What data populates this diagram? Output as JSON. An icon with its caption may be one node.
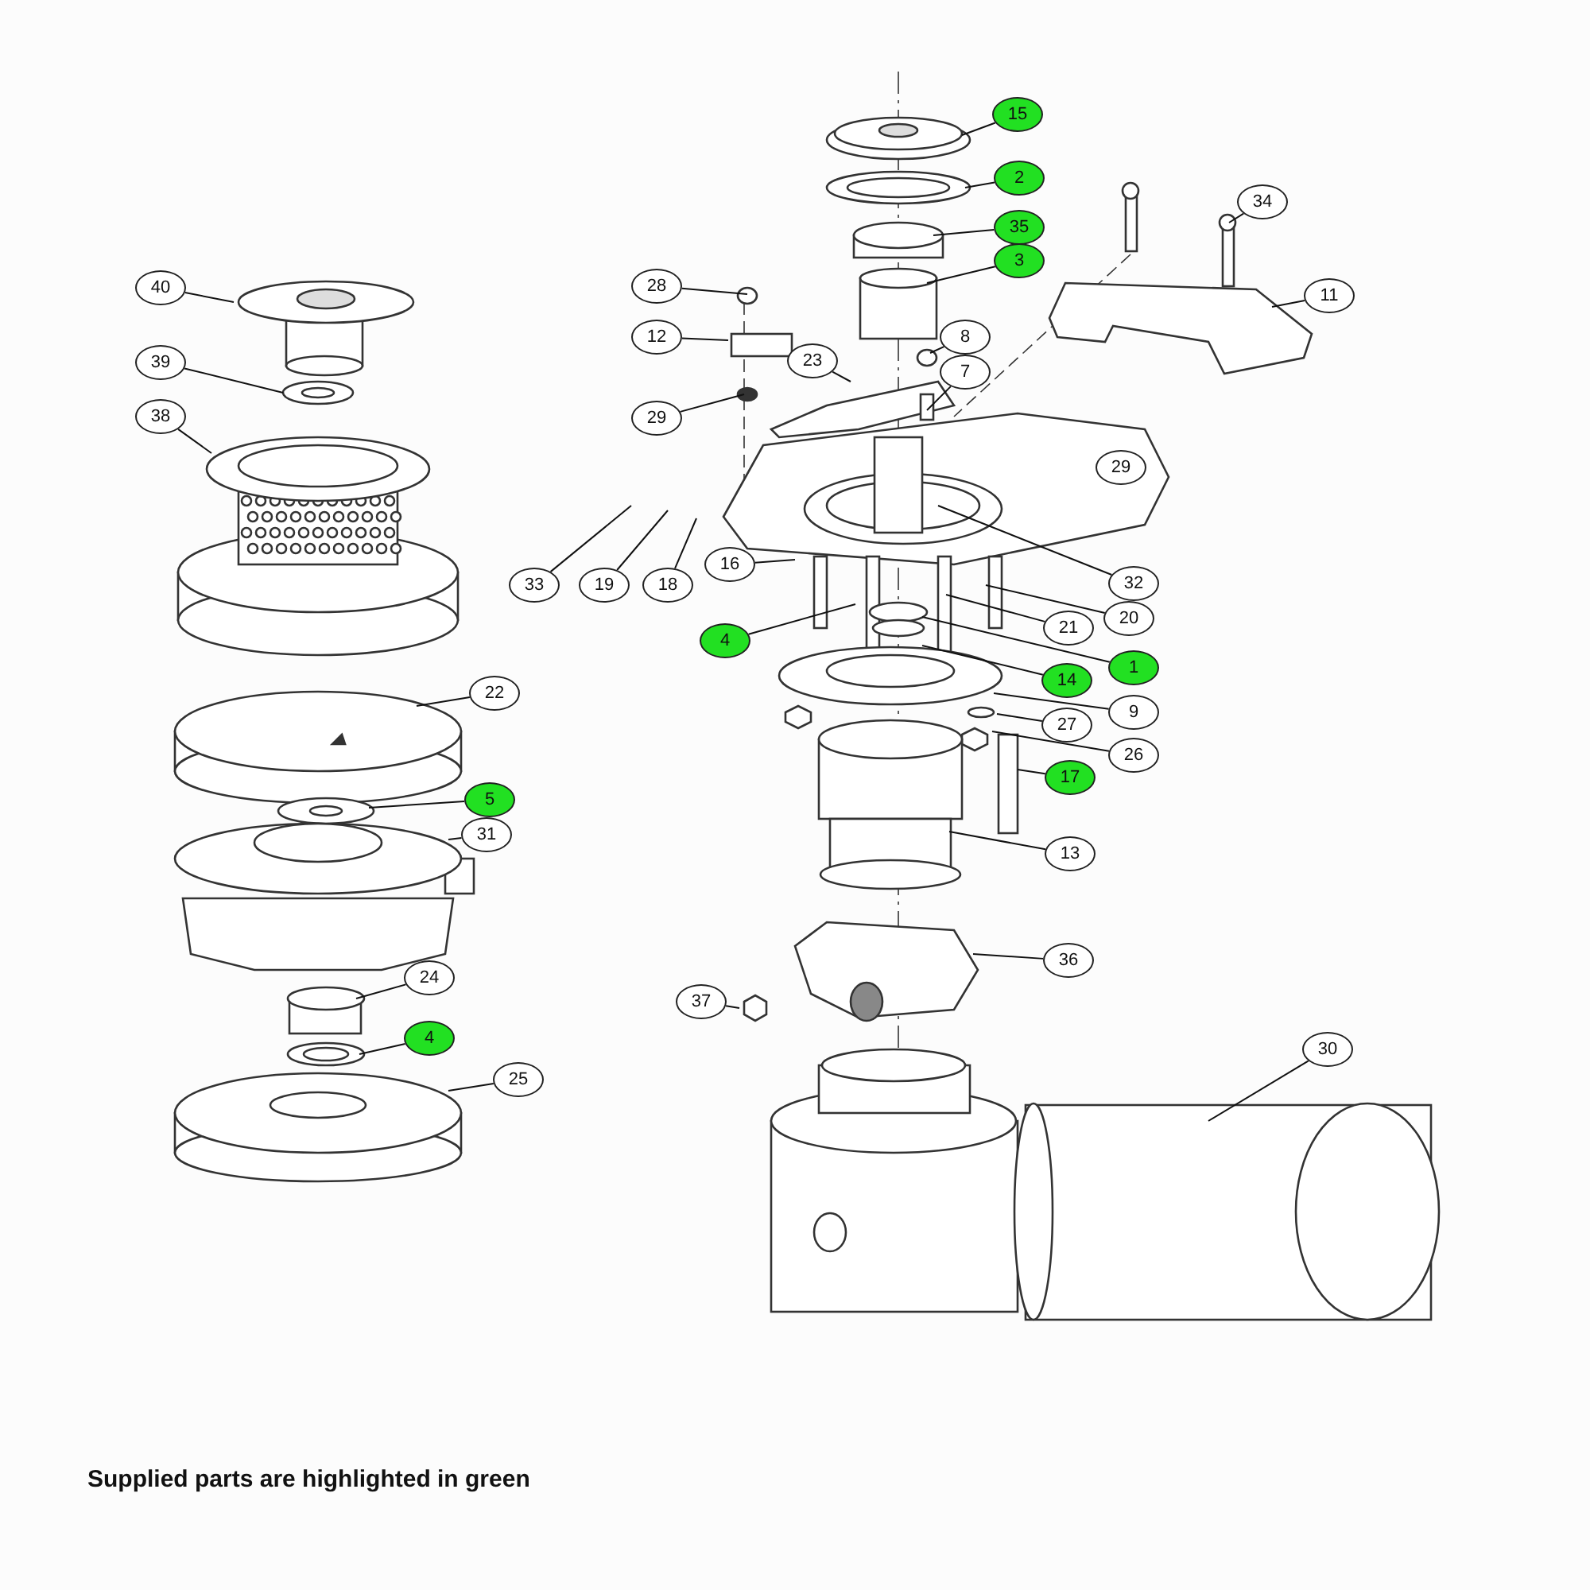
{
  "diagram": {
    "caption": "Supplied parts are highlighted in green",
    "nodes": [
      {
        "text": [
          "15"
        ]
      },
      {
        "text": [
          "2"
        ]
      },
      {
        "text": [
          "35"
        ]
      },
      {
        "text": [
          "3"
        ]
      },
      {
        "text": [
          "34"
        ]
      },
      {
        "text": [
          "11"
        ]
      },
      {
        "text": [
          "40"
        ]
      },
      {
        "text": [
          "28"
        ]
      },
      {
        "text": [
          "12"
        ]
      },
      {
        "text": [
          "8"
        ]
      },
      {
        "text": [
          "23"
        ]
      },
      {
        "text": [
          "7"
        ]
      },
      {
        "text": [
          "39"
        ]
      },
      {
        "text": [
          "29"
        ]
      },
      {
        "text": [
          "38"
        ]
      },
      {
        "text": [
          "29"
        ]
      },
      {
        "text": [
          "33"
        ]
      },
      {
        "text": [
          "19"
        ]
      },
      {
        "text": [
          "18"
        ]
      },
      {
        "text": [
          "16"
        ]
      },
      {
        "text": [
          "32"
        ]
      },
      {
        "text": [
          "20"
        ]
      },
      {
        "text": [
          "21"
        ]
      },
      {
        "text": [
          "4"
        ]
      },
      {
        "text": [
          "1"
        ]
      },
      {
        "text": [
          "14"
        ]
      },
      {
        "text": [
          "22"
        ]
      },
      {
        "text": [
          "9"
        ]
      },
      {
        "text": [
          "27"
        ]
      },
      {
        "text": [
          "26"
        ]
      },
      {
        "text": [
          "17"
        ]
      },
      {
        "text": [
          "5"
        ]
      },
      {
        "text": [
          "31"
        ]
      },
      {
        "text": [
          "13"
        ]
      },
      {
        "text": [
          "36"
        ]
      },
      {
        "text": [
          "24"
        ]
      },
      {
        "text": [
          "37"
        ]
      },
      {
        "text": [
          "4"
        ]
      },
      {
        "text": [
          "25"
        ]
      },
      {
        "text": [
          "30"
        ]
      }
    ],
    "edges": [
      {
        "from": 0,
        "to": null,
        "arrow": "none"
      },
      {
        "from": 1,
        "to": null,
        "arrow": "none"
      },
      {
        "from": 2,
        "to": null,
        "arrow": "none"
      },
      {
        "from": 3,
        "to": null,
        "arrow": "none"
      },
      {
        "from": 4,
        "to": null,
        "arrow": "none"
      },
      {
        "from": 5,
        "to": null,
        "arrow": "none"
      },
      {
        "from": 6,
        "to": null,
        "arrow": "none"
      },
      {
        "from": 7,
        "to": null,
        "arrow": "none"
      },
      {
        "from": 8,
        "to": null,
        "arrow": "none"
      },
      {
        "from": 9,
        "to": null,
        "arrow": "none"
      },
      {
        "from": 10,
        "to": null,
        "arrow": "none"
      },
      {
        "from": 11,
        "to": null,
        "arrow": "none"
      },
      {
        "from": 12,
        "to": null,
        "arrow": "none"
      },
      {
        "from": 13,
        "to": null,
        "arrow": "none"
      },
      {
        "from": 14,
        "to": null,
        "arrow": "none"
      },
      {
        "from": 16,
        "to": null,
        "arrow": "none"
      },
      {
        "from": 17,
        "to": null,
        "arrow": "none"
      },
      {
        "from": 18,
        "to": null,
        "arrow": "none"
      },
      {
        "from": 19,
        "to": null,
        "arrow": "none"
      },
      {
        "from": 20,
        "to": null,
        "arrow": "none"
      },
      {
        "from": 21,
        "to": null,
        "arrow": "none"
      },
      {
        "from": 22,
        "to": null,
        "arrow": "none"
      },
      {
        "from": 23,
        "to": null,
        "arrow": "none"
      },
      {
        "from": 24,
        "to": null,
        "arrow": "none"
      },
      {
        "from": 25,
        "to": null,
        "arrow": "none"
      },
      {
        "from": 26,
        "to": null,
        "arrow": "none"
      },
      {
        "from": 27,
        "to": null,
        "arrow": "none"
      },
      {
        "from": 28,
        "to": null,
        "arrow": "none"
      },
      {
        "from": 29,
        "to": null,
        "arrow": "none"
      },
      {
        "from": 30,
        "to": null,
        "arrow": "none"
      },
      {
        "from": 31,
        "to": null,
        "arrow": "none"
      },
      {
        "from": 32,
        "to": null,
        "arrow": "none"
      },
      {
        "from": 33,
        "to": null,
        "arrow": "none"
      },
      {
        "from": 34,
        "to": null,
        "arrow": "none"
      },
      {
        "from": 35,
        "to": null,
        "arrow": "none"
      },
      {
        "from": 36,
        "to": null,
        "arrow": "none"
      },
      {
        "from": 37,
        "to": null,
        "arrow": "none"
      },
      {
        "from": 38,
        "to": null,
        "arrow": "none"
      },
      {
        "from": 39,
        "to": null,
        "arrow": "none"
      }
    ]
  }
}
